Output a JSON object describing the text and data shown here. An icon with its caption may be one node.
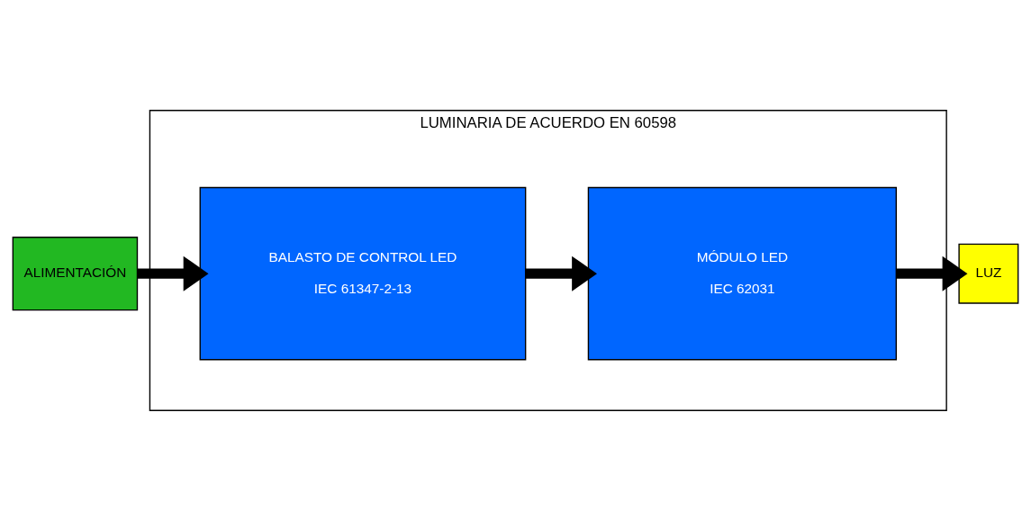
{
  "diagram": {
    "nodes": [
      {
        "text": [
          "LUMINARIA DE ACUERDO EN 60598"
        ]
      },
      {
        "text": [
          "ALIMENTACIÓN"
        ]
      },
      {
        "text": [
          "BALASTO DE CONTROL LED",
          "IEC 61347-2-13"
        ],
        "in": 0
      },
      {
        "text": [
          "MÓDULO LED",
          "IEC 62031"
        ],
        "in": 0
      },
      {
        "text": [
          "LUZ"
        ]
      }
    ],
    "edges": [
      {
        "from": 1,
        "to": 2,
        "arrow": "to"
      },
      {
        "from": 2,
        "to": 3,
        "arrow": "to"
      },
      {
        "from": 3,
        "to": 4,
        "arrow": "to"
      }
    ]
  }
}
